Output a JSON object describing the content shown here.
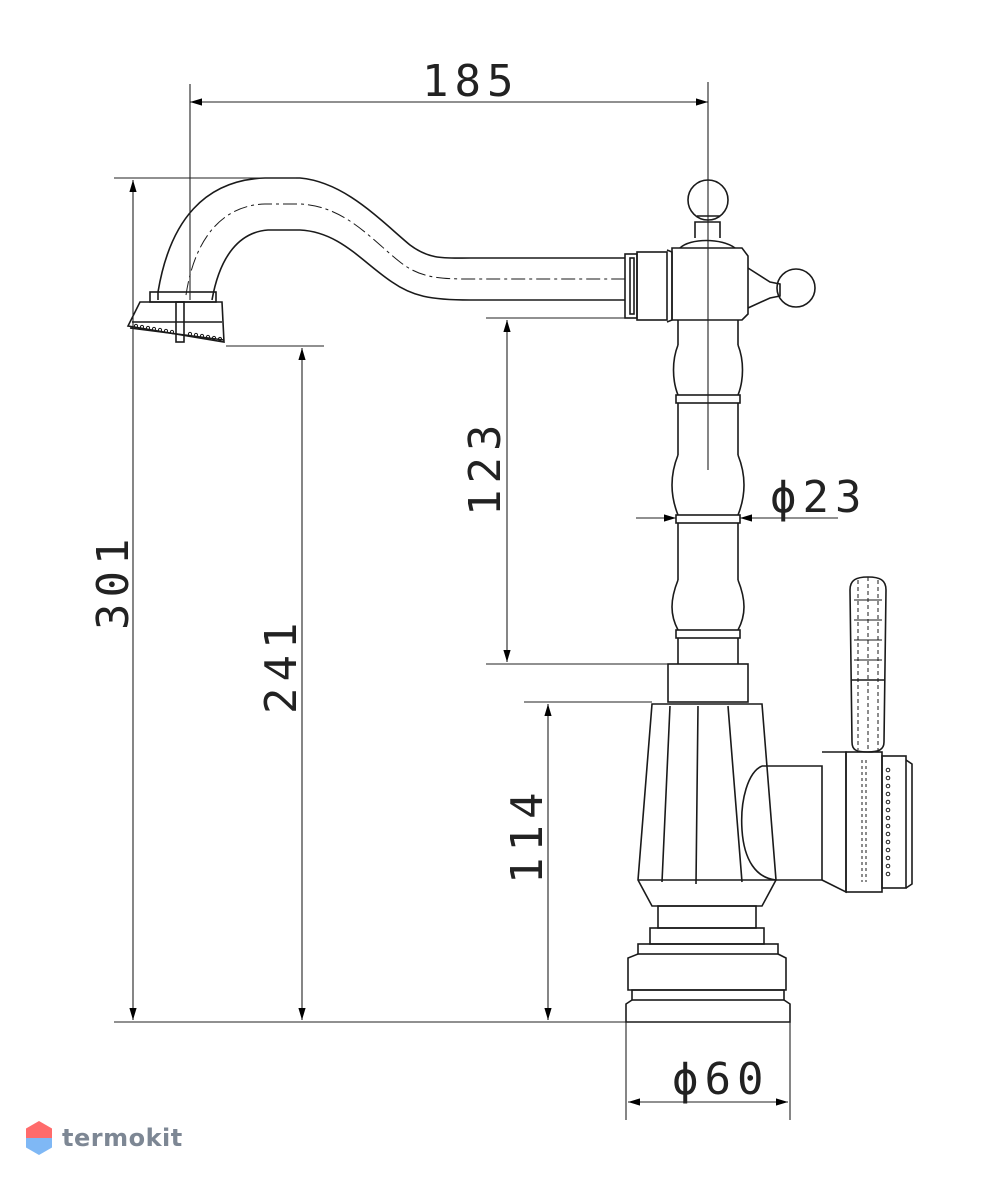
{
  "dimensions": {
    "reach": "185",
    "total_height": "301",
    "spout_height": "241",
    "spout_to_body": "123",
    "body_height": "114",
    "column_diameter": "ϕ23",
    "base_diameter": "ϕ60"
  },
  "watermark": {
    "text": "termokit",
    "colors": {
      "hex_top": "#ff6b6b",
      "hex_bottom": "#7fb8f5"
    }
  },
  "colors": {
    "line": "#1a1a1a",
    "dim_line": "#222222"
  }
}
